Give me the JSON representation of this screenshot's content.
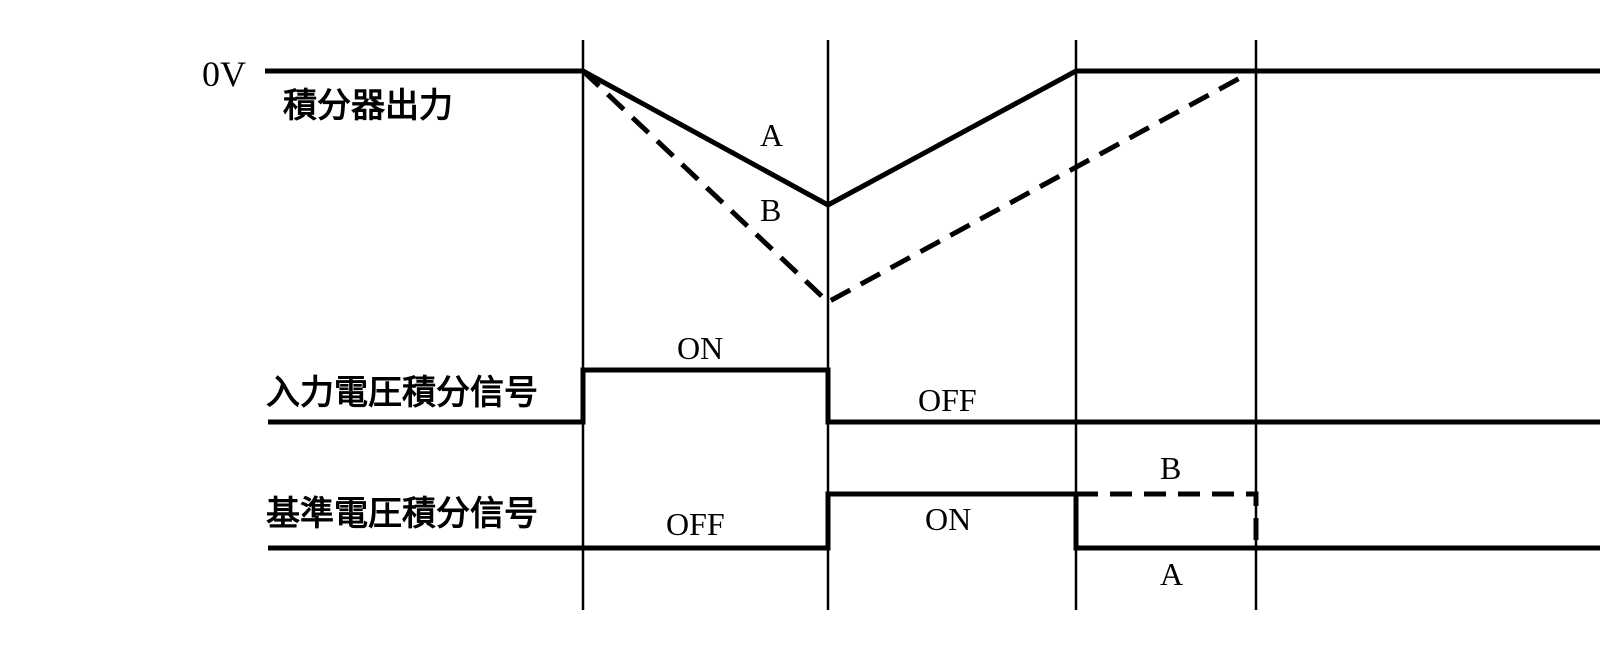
{
  "labels": {
    "zero_volt": "0V",
    "integrator_output": "積分器出力",
    "input_voltage_signal": "入力電圧積分信号",
    "reference_voltage_signal": "基準電圧積分信号"
  },
  "annotations": {
    "curve_a": "A",
    "curve_b": "B",
    "input_on": "ON",
    "input_off": "OFF",
    "ref_off": "OFF",
    "ref_on": "ON",
    "ref_b": "B",
    "ref_a": "A"
  },
  "colors": {
    "ink": "#000000",
    "background": "#ffffff"
  }
}
